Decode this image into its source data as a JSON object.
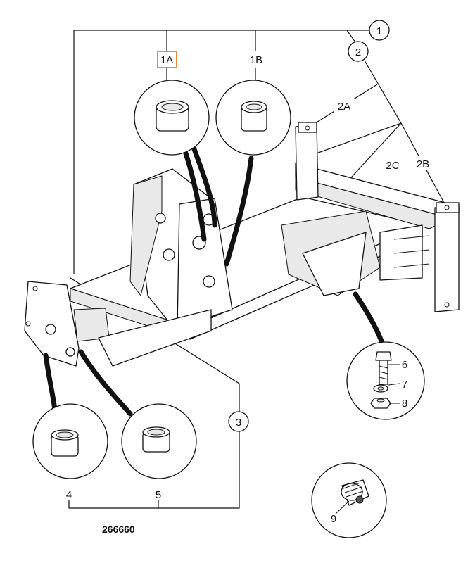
{
  "callouts": {
    "c1": "1",
    "c2": "2",
    "c3": "3",
    "c4": "4",
    "c5": "5",
    "c6": "6",
    "c7": "7",
    "c8": "8",
    "c9": "9",
    "c1A": "1A",
    "c1B": "1B",
    "c2A": "2A",
    "c2B": "2B",
    "c2C": "2C"
  },
  "figure_number": "266660",
  "highlight_color": "#ef8a3c"
}
